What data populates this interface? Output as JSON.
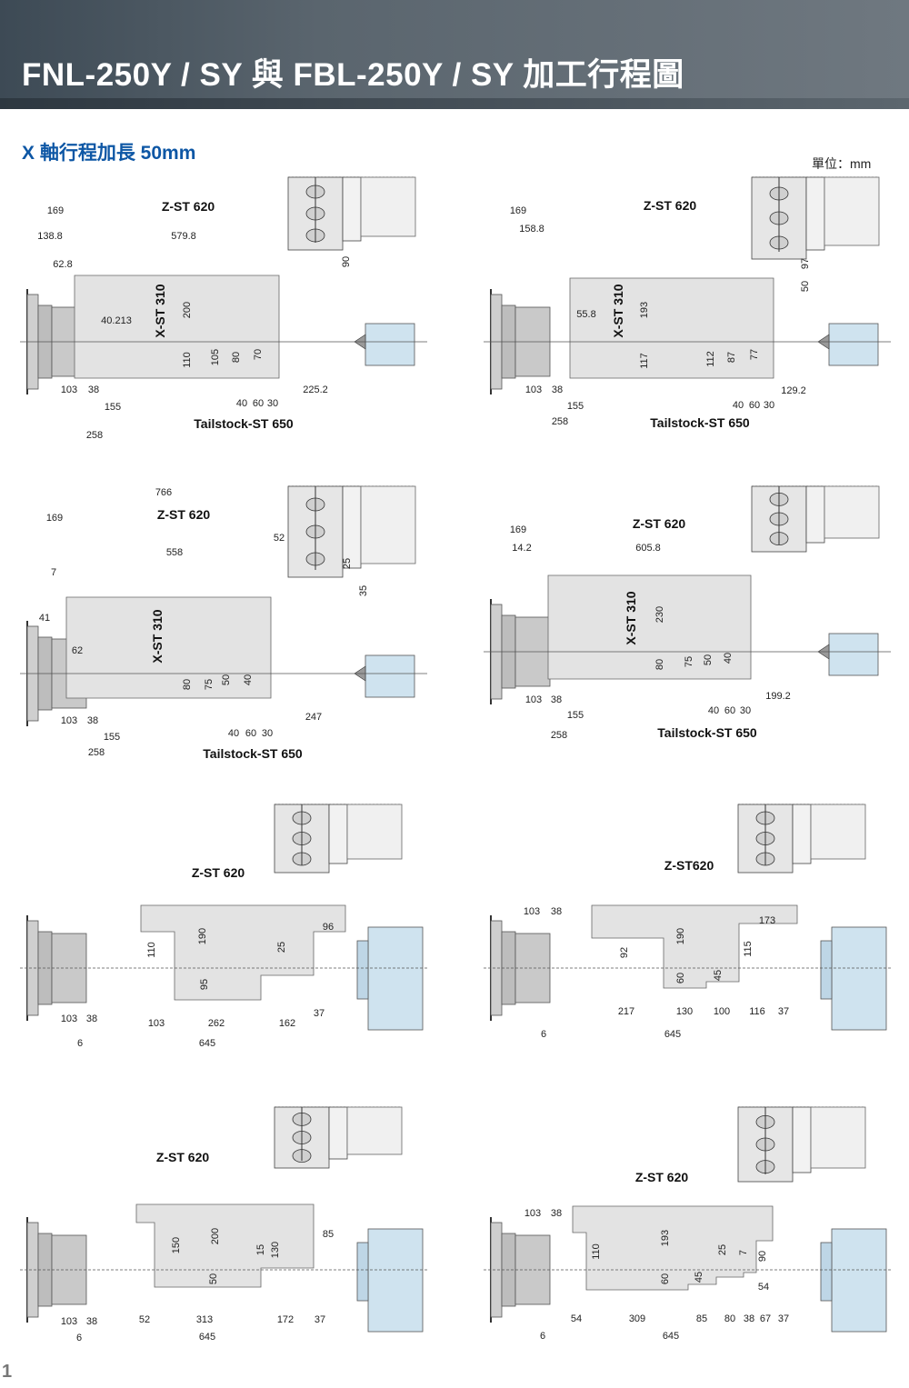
{
  "header": {
    "title": "FNL-250Y / SY 與 FBL-250Y / SY 加工行程圖"
  },
  "subtitle": "X 軸行程加長 50mm",
  "unit": "單位：mm",
  "page_number": "1",
  "colors": {
    "accent": "#0e57a5",
    "work_area": "#e3e3e3",
    "tailstock": "#cfe3ef",
    "header": "#5a656e"
  },
  "diagrams": [
    {
      "labels": [
        "169",
        "Z-ST 620",
        "138.8",
        "579.8",
        "62.8",
        "90",
        "40.213",
        "X-ST 310",
        "200",
        "110",
        "105",
        "80",
        "70",
        "103",
        "38",
        "225.2",
        "155",
        "40",
        "60",
        "30",
        "Tailstock-ST 650",
        "258"
      ]
    },
    {
      "labels": [
        "169",
        "Z-ST 620",
        "158.8",
        "97",
        "50",
        "55.8",
        "X-ST 310",
        "193",
        "117",
        "112",
        "87",
        "77",
        "103",
        "38",
        "129.2",
        "155",
        "40",
        "60",
        "30",
        "258",
        "Tailstock-ST 650"
      ]
    },
    {
      "labels": [
        "766",
        "169",
        "Z-ST 620",
        "52",
        "558",
        "25",
        "7",
        "35",
        "41",
        "62",
        "X-ST 310",
        "80",
        "75",
        "50",
        "40",
        "103",
        "38",
        "247",
        "155",
        "40",
        "60",
        "30",
        "258",
        "Tailstock-ST 650"
      ]
    },
    {
      "labels": [
        "169",
        "Z-ST 620",
        "14.2",
        "605.8",
        "X-ST 310",
        "230",
        "80",
        "75",
        "50",
        "40",
        "199.2",
        "103",
        "38",
        "40",
        "60",
        "30",
        "155",
        "258",
        "Tailstock-ST 650"
      ]
    },
    {
      "labels": [
        "Z-ST 620",
        "96",
        "190",
        "110",
        "25",
        "95",
        "103",
        "38",
        "37",
        "103",
        "262",
        "162",
        "6",
        "645"
      ]
    },
    {
      "labels": [
        "Z-ST620",
        "103",
        "38",
        "173",
        "190",
        "92",
        "115",
        "60",
        "45",
        "217",
        "130",
        "100",
        "116",
        "37",
        "6",
        "645"
      ]
    },
    {
      "labels": [
        "Z-ST 620",
        "85",
        "150",
        "200",
        "15",
        "130",
        "50",
        "103",
        "38",
        "52",
        "313",
        "172",
        "37",
        "6",
        "645"
      ]
    },
    {
      "labels": [
        "Z-ST 620",
        "103",
        "38",
        "193",
        "110",
        "25",
        "7",
        "90",
        "60",
        "45",
        "54",
        "54",
        "309",
        "85",
        "80",
        "38",
        "67",
        "37",
        "6",
        "645"
      ]
    }
  ]
}
